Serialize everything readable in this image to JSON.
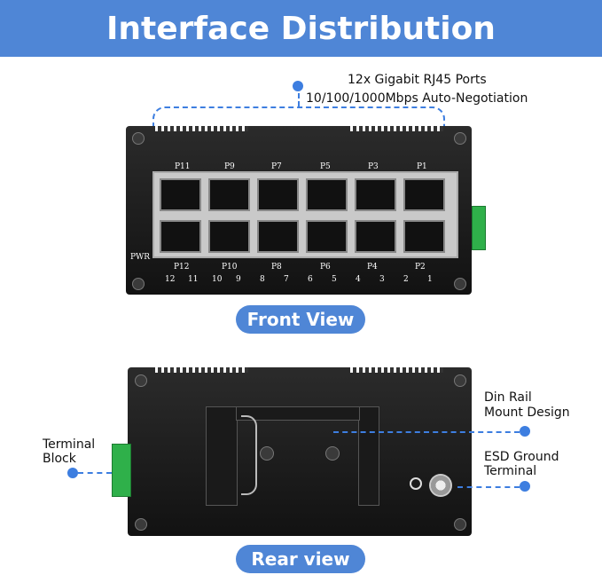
{
  "banner": {
    "title": "Interface Distribution"
  },
  "front": {
    "callout_line1": "12x Gigabit RJ45 Ports",
    "callout_line2": "10/100/1000Mbps Auto-Negotiation",
    "pill": "Front View",
    "pwr": "PWR",
    "top_labels": [
      "P11",
      "P9",
      "P7",
      "P5",
      "P3",
      "P1"
    ],
    "bottom_labels": [
      "P12",
      "P10",
      "P8",
      "P6",
      "P4",
      "P2"
    ],
    "numbers": [
      "12",
      "11",
      "10",
      "9",
      "8",
      "7",
      "6",
      "5",
      "4",
      "3",
      "2",
      "1"
    ]
  },
  "rear": {
    "din_line1": "Din Rail",
    "din_line2": "Mount Design",
    "esd_line1": "ESD Ground",
    "esd_line2": "Terminal",
    "term_line1": "Terminal",
    "term_line2": "Block",
    "pill": "Rear view"
  },
  "colors": {
    "accent": "#4f86d6",
    "terminal_green": "#2fb04a"
  }
}
